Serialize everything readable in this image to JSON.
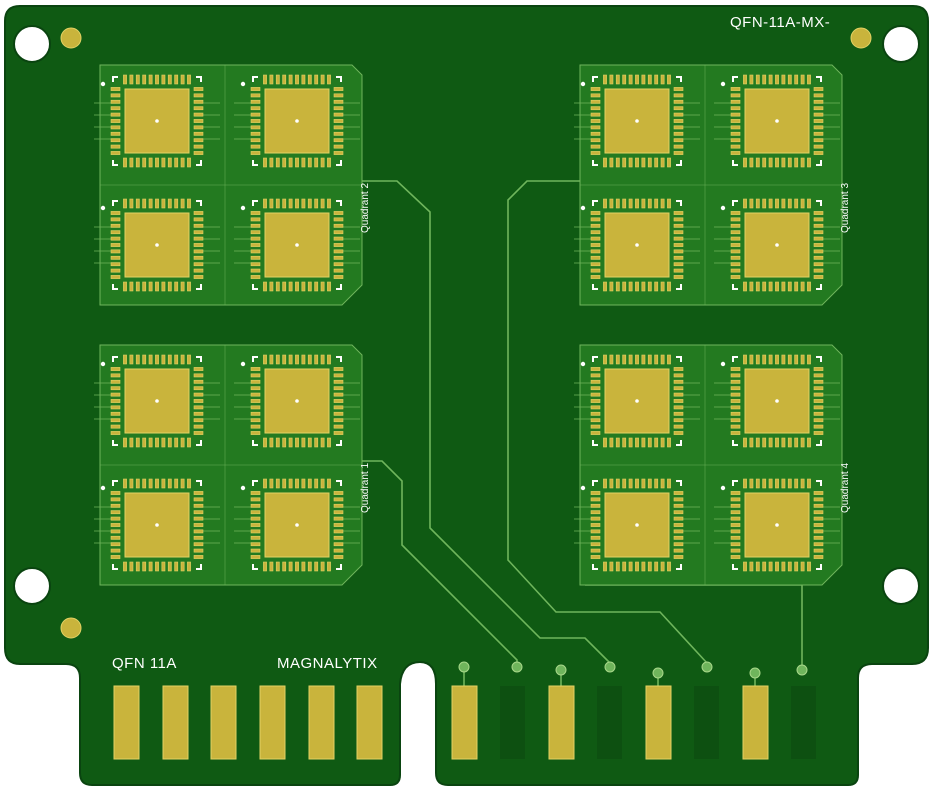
{
  "board": {
    "part_label": "QFN-11A-MX-",
    "left_label": "QFN 11A",
    "brand_label": "MAGNALYTIX",
    "colors": {
      "substrate": "#0f5a13",
      "copper_pour": "#237a20",
      "trace": "#6fb55c",
      "pad_gold": "#c9b43c",
      "pad_gold_edge": "#e3d264",
      "silkscreen": "#ffffff"
    }
  },
  "quadrants": [
    {
      "label": "Quadrant 2",
      "position": "top-left"
    },
    {
      "label": "Quadrant 3",
      "position": "top-right"
    },
    {
      "label": "Quadrant 1",
      "position": "bottom-left"
    },
    {
      "label": "Quadrant 4",
      "position": "bottom-right"
    }
  ],
  "edge_connector": {
    "left_group_pad_count": 6,
    "right_group_pad_count": 4
  },
  "icons": {
    "mounting_hole": "mounting-hole-icon",
    "fiducial": "fiducial-icon",
    "via": "via-icon"
  }
}
